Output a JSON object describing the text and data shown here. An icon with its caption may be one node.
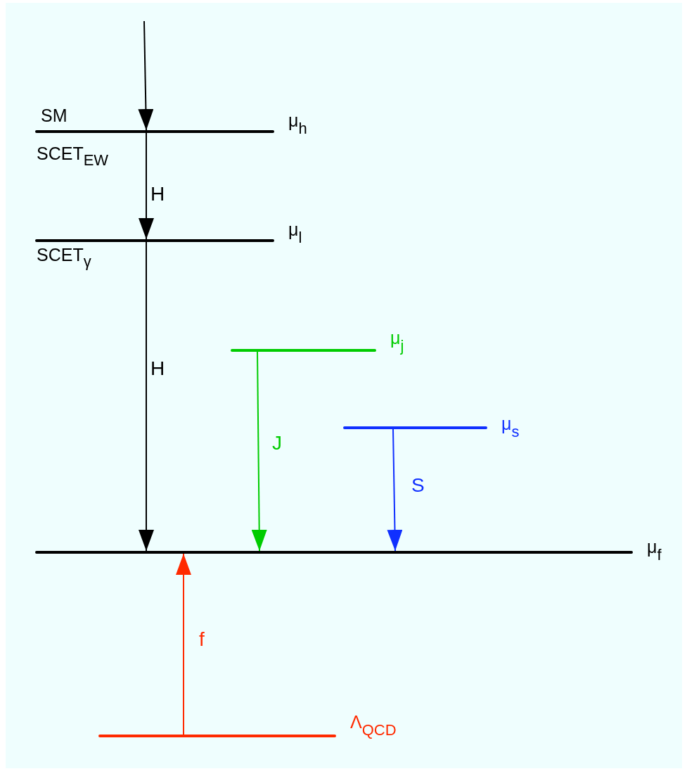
{
  "diagram": {
    "nodes": [
      {
        "text": [],
        "shape": "bar",
        "beside": [
          "μ$_{h}$"
        ]
      },
      {
        "text": [],
        "shape": "bar",
        "beside": [
          "μ$_{l}$"
        ]
      },
      {
        "text": [],
        "shape": "bar",
        "beside": [
          "μ$_{j}$"
        ]
      },
      {
        "text": [],
        "shape": "bar",
        "beside": [
          "μ$_{s}$"
        ]
      },
      {
        "text": [],
        "shape": "bar",
        "beside": [
          "μ$_{f}$"
        ]
      },
      {
        "text": [],
        "shape": "bar",
        "beside": [
          "Λ$_{QCD}$"
        ]
      }
    ],
    "edges": [
      {
        "from": null,
        "to": 0,
        "arrow": "to"
      },
      {
        "from": 0,
        "to": 1,
        "arrow": "to",
        "label": "H"
      },
      {
        "from": 1,
        "to": 4,
        "arrow": "to",
        "label": "H"
      },
      {
        "from": 2,
        "to": 4,
        "arrow": "to",
        "label": "J",
        "color": "#00cc00"
      },
      {
        "from": 3,
        "to": 4,
        "arrow": "to",
        "label": "S",
        "color": "#1030ff"
      },
      {
        "from": 5,
        "to": 4,
        "arrow": "to",
        "label": "f",
        "color": "#ff2a00"
      }
    ],
    "labels": [
      "SM",
      "SCET$_{EW}$",
      "SCET$_{γ}$"
    ]
  }
}
